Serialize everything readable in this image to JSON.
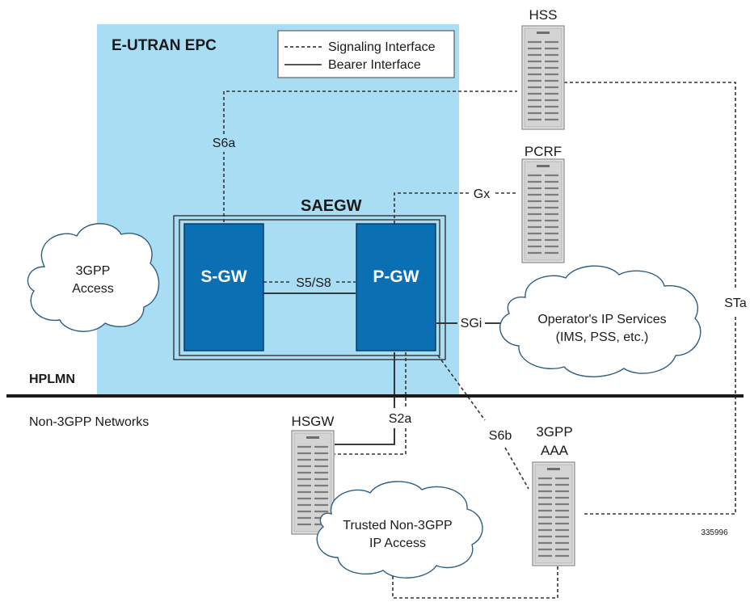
{
  "regions": {
    "epc_title": "E-UTRAN EPC",
    "hplmn": "HPLMN",
    "non3gpp": "Non-3GPP Networks"
  },
  "legend": {
    "signaling": "Signaling Interface",
    "bearer": "Bearer Interface"
  },
  "saegw": {
    "title": "SAEGW",
    "sgw": "S-GW",
    "pgw": "P-GW"
  },
  "servers": {
    "hss": "HSS",
    "pcrf": "PCRF",
    "hsgw": "HSGW",
    "aaa_line1": "3GPP",
    "aaa_line2": "AAA"
  },
  "clouds": {
    "access_line1": "3GPP",
    "access_line2": "Access",
    "ip_services_line1": "Operator's IP Services",
    "ip_services_line2": "(IMS, PSS, etc.)",
    "trusted_line1": "Trusted Non-3GPP",
    "trusted_line2": "IP Access"
  },
  "interfaces": {
    "s6a": "S6a",
    "gx": "Gx",
    "s5s8": "S5/S8",
    "sgi": "SGi",
    "sta": "STa",
    "s2a": "S2a",
    "s6b": "S6b"
  },
  "figure_id": "335996",
  "colors": {
    "epc_fill": "#a9ddf3",
    "gateway_fill": "#0b6fb3",
    "server_fill": "#e0e0e0"
  }
}
